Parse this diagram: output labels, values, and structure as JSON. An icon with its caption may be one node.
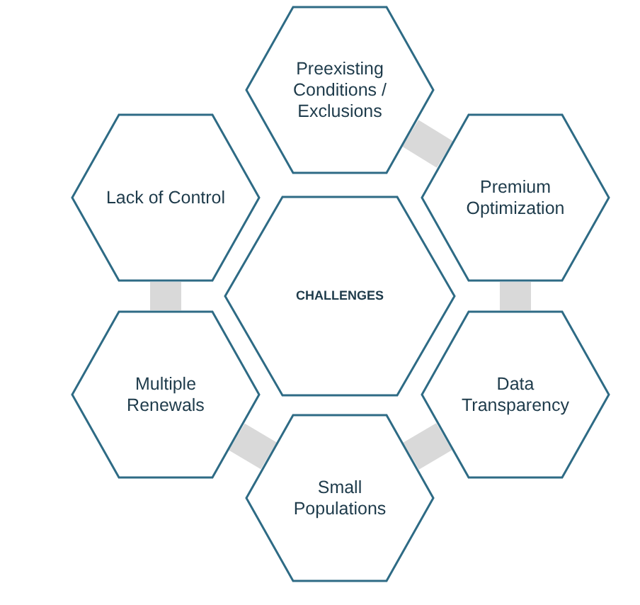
{
  "diagram": {
    "nodes": [
      {
        "text": [
          "CHALLENGES"
        ]
      },
      {
        "text": [
          "Preexisting Conditions / Exclusions"
        ]
      },
      {
        "text": [
          "Premium Optimization"
        ]
      },
      {
        "text": [
          "Data Transparency"
        ]
      },
      {
        "text": [
          "Small Populations"
        ]
      },
      {
        "text": [
          "Multiple Renewals"
        ]
      },
      {
        "text": [
          "Lack of Control"
        ]
      }
    ],
    "edges": [
      {
        "from": 1,
        "to": 2,
        "arrow": "none"
      },
      {
        "from": 2,
        "to": 3,
        "arrow": "none"
      },
      {
        "from": 3,
        "to": 4,
        "arrow": "none"
      },
      {
        "from": 4,
        "to": 5,
        "arrow": "none"
      },
      {
        "from": 5,
        "to": 6,
        "arrow": "none"
      }
    ]
  }
}
